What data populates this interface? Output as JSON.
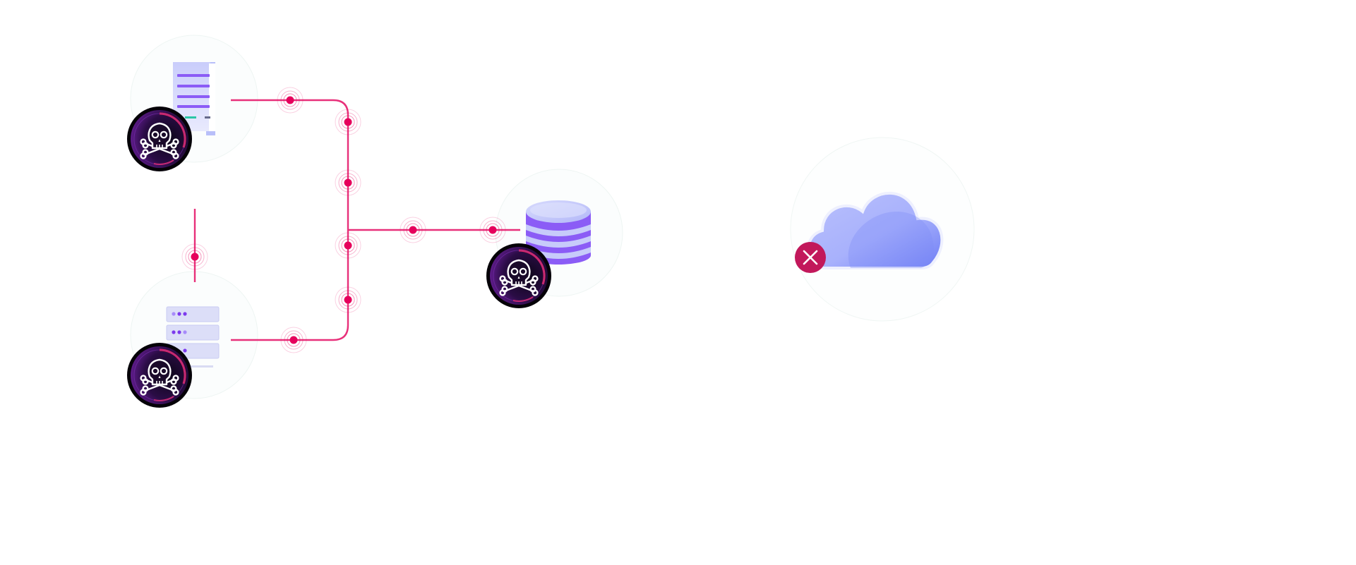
{
  "diagram": {
    "nodes": [
      {
        "id": "document-node",
        "icon": "document-icon",
        "status": "compromised",
        "badge": "skull-badge"
      },
      {
        "id": "server-rack-node",
        "icon": "server-rack-icon",
        "status": "compromised",
        "badge": "skull-badge"
      },
      {
        "id": "database-node",
        "icon": "database-icon",
        "status": "compromised",
        "badge": "skull-badge"
      },
      {
        "id": "cloud-node",
        "icon": "cloud-icon",
        "status": "blocked",
        "badge": "error-x-badge"
      }
    ],
    "links": [
      {
        "from": "document-node",
        "to": "database-node"
      },
      {
        "from": "server-rack-node",
        "to": "database-node"
      },
      {
        "from": "document-node",
        "to": "server-rack-node"
      }
    ]
  },
  "colors": {
    "threat_line": "#e8307a",
    "pulse": "#e6005c",
    "skull_ring_dark": "#0d0618",
    "skull_ring_purple": "#5a1a8a",
    "skull_ring_accent": "#e6285c",
    "doc_purple": "#8b5cf6",
    "db_light": "#c7cbfa",
    "db_stripe": "#8b5cf6",
    "cloud_light": "#b4bcfd",
    "cloud_dark": "#6f7ef5",
    "error_badge": "#c2185b"
  }
}
